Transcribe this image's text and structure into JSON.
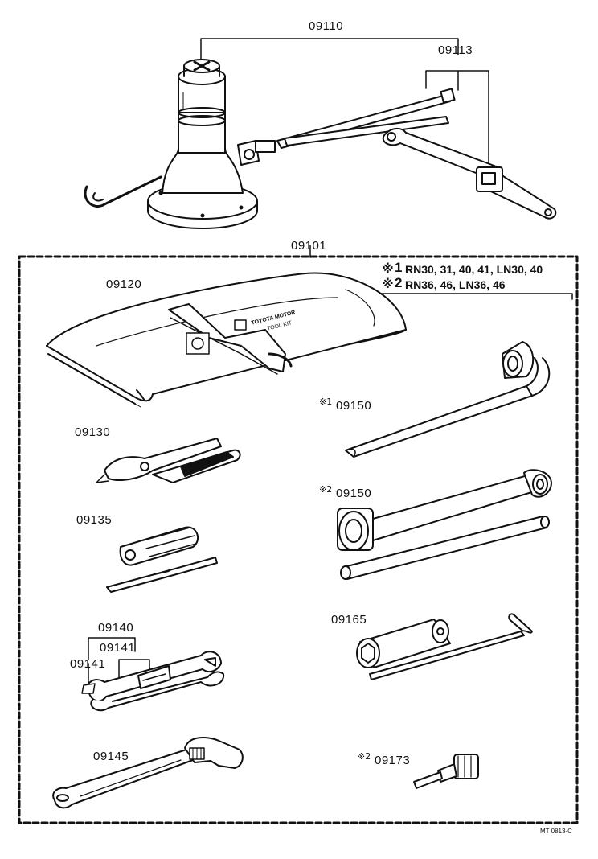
{
  "parts": {
    "jack": "09110",
    "handle": "09113",
    "tool_kit": "09101",
    "tool_bag": "09120",
    "lug_wrench_1": "09150",
    "pliers": "09130",
    "lug_wrench_2": "09150",
    "screwdriver": "09135",
    "plug_wrench": "09165",
    "wrench_set": "09140",
    "wrench_a": "09141",
    "wrench_b": "09141",
    "adjustable_wrench": "09145",
    "tool_09173": "09173"
  },
  "notes": {
    "mark": "※",
    "note1_num": "1",
    "note1_text": "RN30, 31, 40, 41, LN30, 40",
    "note2_num": "2",
    "note2_text": "RN36, 46, LN36, 46",
    "sup1": "※1",
    "sup2": "※2"
  },
  "bag_emboss": {
    "line1": "TOYOTA MOTOR",
    "line2": "TOOL KIT"
  },
  "drawing_code": "MT 0813-C"
}
